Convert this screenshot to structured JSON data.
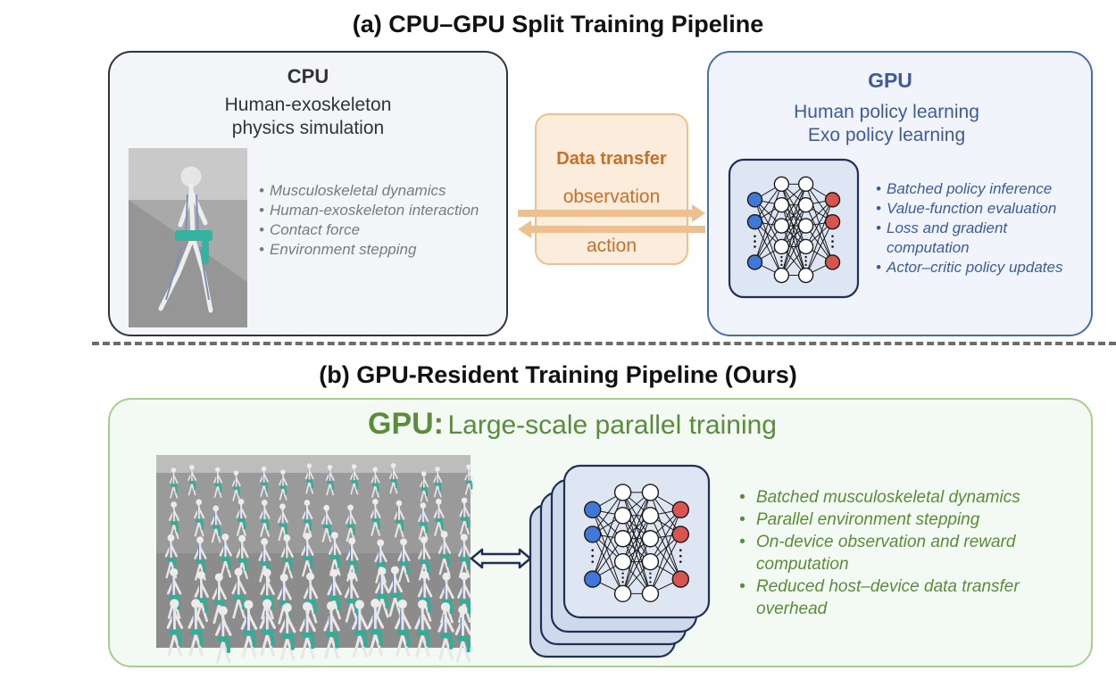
{
  "panel_a": {
    "title": "(a) CPU–GPU Split Training Pipeline",
    "cpu": {
      "heading": "CPU",
      "subtitle_line1": "Human-exoskeleton",
      "subtitle_line2": "physics simulation",
      "bullets": [
        "Musculoskeletal dynamics",
        "Human-exoskeleton interaction",
        "Contact force",
        "Environment stepping"
      ]
    },
    "transfer": {
      "title": "Data transfer",
      "observation": "observation",
      "action": "action"
    },
    "gpu": {
      "heading": "GPU",
      "subtitle_line1": "Human policy learning",
      "subtitle_line2": "Exo policy learning",
      "bullets": [
        "Batched policy inference",
        "Value-function evaluation",
        "Loss and gradient computation",
        "Actor–critic policy updates"
      ]
    }
  },
  "panel_b": {
    "title": "(b) GPU-Resident Training Pipeline (Ours)",
    "heading_strong": "GPU:",
    "heading_rest": "Large-scale parallel training",
    "bullets": [
      "Batched musculoskeletal dynamics",
      "Parallel environment stepping",
      "On-device observation and reward computation",
      "Reduced host–device data transfer overhead"
    ]
  },
  "colors": {
    "cpu_border": "#2e3440",
    "gpu_blue": "#3d5a9b",
    "transfer_orange": "#c96f2a",
    "transfer_fill": "#fbecdc",
    "green": "#5b8c3a",
    "node_blue": "#3f78d8",
    "node_red": "#d9534f"
  }
}
